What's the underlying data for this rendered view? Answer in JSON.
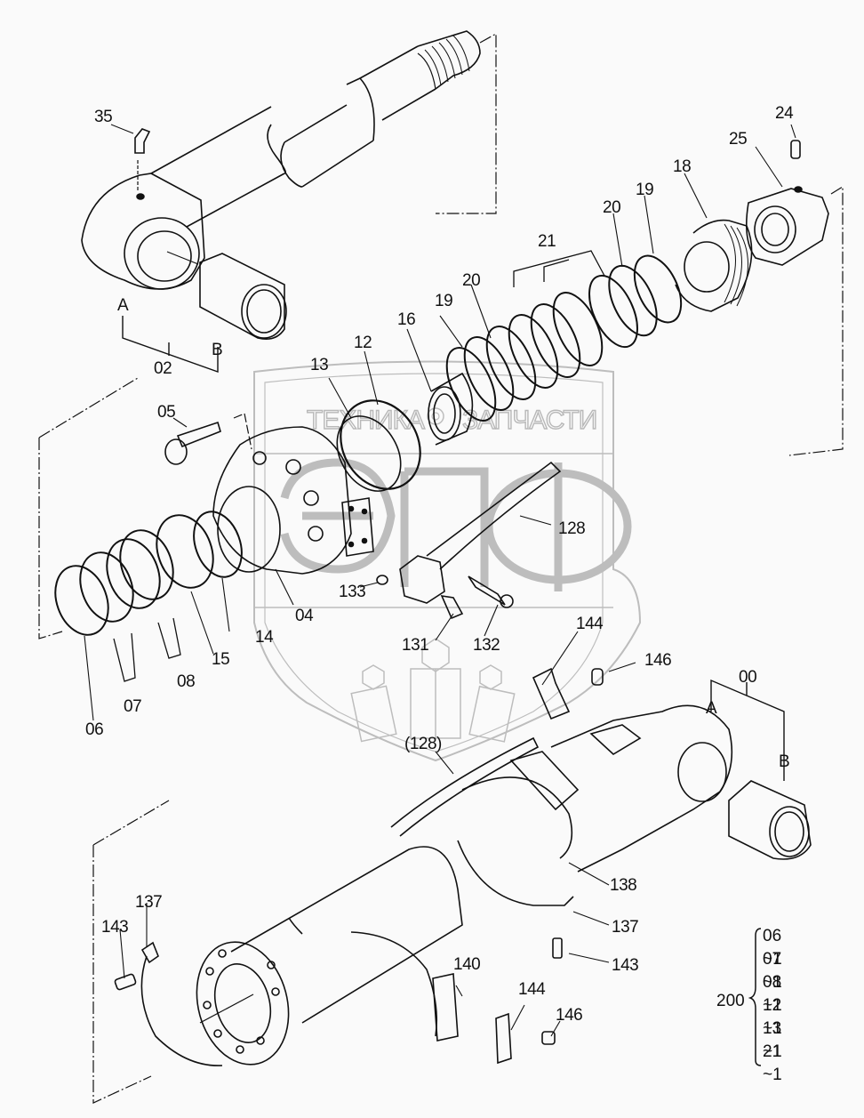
{
  "diagram": {
    "type": "exploded-parts-diagram",
    "subject": "hydraulic cylinder assembly",
    "watermark": {
      "letters": [
        "Э",
        "П",
        "Ф"
      ],
      "text_left": "ТЕХНИКА",
      "text_right": "ЗАПЧАСТИ"
    },
    "callouts": [
      {
        "id": "35"
      },
      {
        "id": "02"
      },
      {
        "id": "A"
      },
      {
        "id": "B"
      },
      {
        "id": "24"
      },
      {
        "id": "25"
      },
      {
        "id": "18"
      },
      {
        "id": "19"
      },
      {
        "id": "20"
      },
      {
        "id": "21"
      },
      {
        "id": "20b",
        "text": "20"
      },
      {
        "id": "19b",
        "text": "19"
      },
      {
        "id": "16"
      },
      {
        "id": "12"
      },
      {
        "id": "13"
      },
      {
        "id": "05"
      },
      {
        "id": "04"
      },
      {
        "id": "14"
      },
      {
        "id": "15"
      },
      {
        "id": "08"
      },
      {
        "id": "07"
      },
      {
        "id": "06"
      },
      {
        "id": "133"
      },
      {
        "id": "131"
      },
      {
        "id": "132"
      },
      {
        "id": "128"
      },
      {
        "id": "(128)"
      },
      {
        "id": "144"
      },
      {
        "id": "146"
      },
      {
        "id": "00"
      },
      {
        "id": "A2",
        "text": "A"
      },
      {
        "id": "B2",
        "text": "B"
      },
      {
        "id": "138"
      },
      {
        "id": "137"
      },
      {
        "id": "143"
      },
      {
        "id": "137b",
        "text": "137"
      },
      {
        "id": "143b",
        "text": "143"
      },
      {
        "id": "140"
      },
      {
        "id": "144b",
        "text": "144"
      },
      {
        "id": "146b",
        "text": "146"
      }
    ],
    "labels": {
      "l35": "35",
      "l02": "02",
      "lA1": "A",
      "lB1": "B",
      "l24": "24",
      "l25": "25",
      "l18": "18",
      "l19a": "19",
      "l20a": "20",
      "l21": "21",
      "l20b": "20",
      "l19b": "19",
      "l16": "16",
      "l12": "12",
      "l13": "13",
      "l05": "05",
      "l04": "04",
      "l14": "14",
      "l15": "15",
      "l08": "08",
      "l07": "07",
      "l06": "06",
      "l133": "133",
      "l131": "131",
      "l132": "132",
      "l128": "128",
      "l128p": "(128)",
      "l144a": "144",
      "l146a": "146",
      "l00": "00",
      "lA2": "A",
      "lB2": "B",
      "l138": "138",
      "l137a": "137",
      "l143a": "143",
      "l137b": "137",
      "l143b": "143",
      "l140": "140",
      "l144b": "144",
      "l146b": "146"
    },
    "seal_kit": {
      "number": "200",
      "items": [
        "06 ~1",
        "07 ~1",
        "08 ~1",
        "12 ~1",
        "13 ~1",
        "21 ~1"
      ]
    }
  }
}
